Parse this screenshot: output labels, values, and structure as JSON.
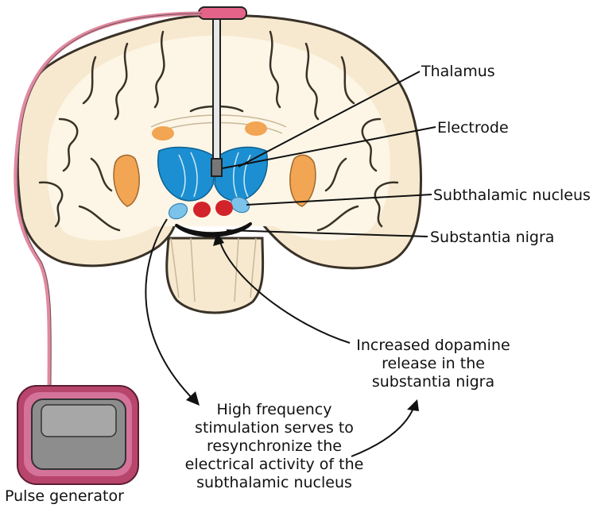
{
  "labels": {
    "thalamus": "Thalamus",
    "electrode": "Electrode",
    "subthalamic_nucleus": "Subthalamic nucleus",
    "substantia_nigra": "Substantia nigra",
    "dopamine": [
      "Increased dopamine",
      "release in the",
      "substantia nigra"
    ],
    "stimulation": [
      "High frequency",
      "stimulation serves to",
      "resynchronize the",
      "electrical activity of the",
      "subthalamic nucleus"
    ],
    "pulse_generator": "Pulse generator"
  },
  "colors": {
    "brain_tissue": "#f6e9cf",
    "brain_outline": "#3a3228",
    "white_matter": "#fdf6e6",
    "thalamus": "#1b8fd1",
    "subthalamic_nucleus": "#7cc3ea",
    "red_nucleus": "#d2232a",
    "substantia_nigra": "#111111",
    "putamen": "#f2a553",
    "lead_wire": "#e08aa0",
    "generator_frame": "#b8456b",
    "generator_face": "#8d8d8d"
  }
}
